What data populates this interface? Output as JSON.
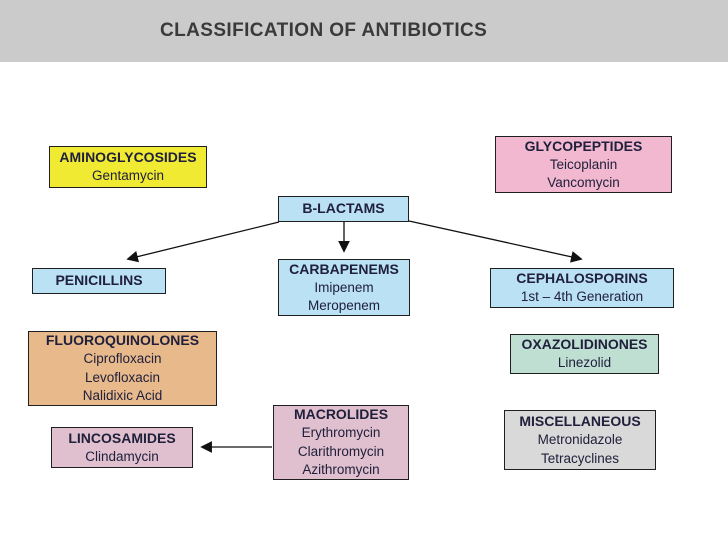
{
  "slide": {
    "title": "CLASSIFICATION OF ANTIBIOTICS"
  },
  "colors": {
    "header_band": "#cbcbcb",
    "canvas": "#ffffff",
    "node_border": "#1f1f1f",
    "node_text": "#20203c",
    "arrow": "#111111"
  },
  "diagram": {
    "type": "flowchart",
    "nodes": [
      {
        "id": "aminoglycosides",
        "title": "AMINOGLYCOSIDES",
        "items": [
          "Gentamycin"
        ],
        "fill": "#f0ea33"
      },
      {
        "id": "glycopeptides",
        "title": "GLYCOPEPTIDES",
        "items": [
          "Teicoplanin",
          "Vancomycin"
        ],
        "fill": "#f2b8cf"
      },
      {
        "id": "b-lactams",
        "title": "B-LACTAMS",
        "items": [],
        "fill": "#bae1f4"
      },
      {
        "id": "penicillins",
        "title": "PENICILLINS",
        "items": [],
        "fill": "#bae1f4"
      },
      {
        "id": "carbapenems",
        "title": "CARBAPENEMS",
        "items": [
          "Imipenem",
          "Meropenem"
        ],
        "fill": "#bae1f4"
      },
      {
        "id": "cephalosporins",
        "title": "CEPHALOSPORINS",
        "items": [
          "1st – 4th Generation"
        ],
        "fill": "#bae1f4"
      },
      {
        "id": "fluoroquinolones",
        "title": "FLUOROQUINOLONES",
        "items": [
          "Ciprofloxacin",
          "Levofloxacin",
          "Nalidixic Acid"
        ],
        "fill": "#e8b98a"
      },
      {
        "id": "oxazolidinones",
        "title": "OXAZOLIDINONES",
        "items": [
          "Linezolid"
        ],
        "fill": "#c0dfd3"
      },
      {
        "id": "lincosamides",
        "title": "LINCOSAMIDES",
        "items": [
          "Clindamycin"
        ],
        "fill": "#e0c0ce"
      },
      {
        "id": "macrolides",
        "title": "MACROLIDES",
        "items": [
          "Erythromycin",
          "Clarithromycin",
          "Azithromycin"
        ],
        "fill": "#e0c0ce"
      },
      {
        "id": "miscellaneous",
        "title": "MISCELLANEOUS",
        "items": [
          "Metronidazole",
          "Tetracyclines"
        ],
        "fill": "#d9d9d9"
      }
    ],
    "edges": [
      {
        "from": "b-lactams",
        "to": "penicillins"
      },
      {
        "from": "b-lactams",
        "to": "carbapenems"
      },
      {
        "from": "b-lactams",
        "to": "cephalosporins"
      },
      {
        "from": "macrolides",
        "to": "lincosamides"
      }
    ]
  }
}
